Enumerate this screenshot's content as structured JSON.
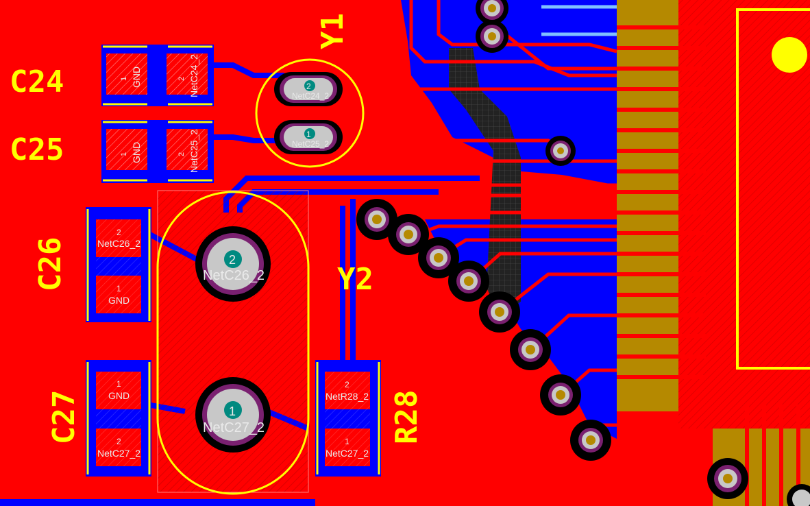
{
  "colors": {
    "board_top_copper": "#ff0000",
    "bottom_copper": "#0000ff",
    "silkscreen": "#ffff00",
    "inner_copper": "#b58900",
    "pad_hatch": "#ffffff",
    "via_ring": "#7a2070",
    "drill": "#c8c8c8",
    "net_label": "#eaeaea",
    "pad_number_fill": "#008a80",
    "highlight_trace": "#80c0ff"
  },
  "components": {
    "C24": {
      "ref": "C24",
      "pad1_num": "1",
      "pad1_net": "GND",
      "pad2_num": "2",
      "pad2_net": "NetC24_2"
    },
    "C25": {
      "ref": "C25",
      "pad1_num": "1",
      "pad1_net": "GND",
      "pad2_num": "2",
      "pad2_net": "NetC25_2"
    },
    "C26": {
      "ref": "C26",
      "pad1_num": "1",
      "pad1_net": "GND",
      "pad2_num": "2",
      "pad2_net": "NetC26_2"
    },
    "C27": {
      "ref": "C27",
      "pad1_num": "1",
      "pad1_net": "GND",
      "pad2_num": "2",
      "pad2_net": "NetC27_2"
    },
    "R28": {
      "ref": "R28",
      "pad1_num": "1",
      "pad1_net": "NetC27_2",
      "pad2_num": "2",
      "pad2_net": "NetR28_2"
    },
    "Y1": {
      "ref": "Y1",
      "pad1_num": "1",
      "pad1_net": "NetC25_2",
      "pad2_num": "2",
      "pad2_net": "NetC24_2"
    },
    "Y2": {
      "ref": "Y2",
      "pad1_num": "1",
      "pad1_net": "NetC27_2",
      "pad2_num": "2",
      "pad2_net": "NetC26_2"
    }
  }
}
